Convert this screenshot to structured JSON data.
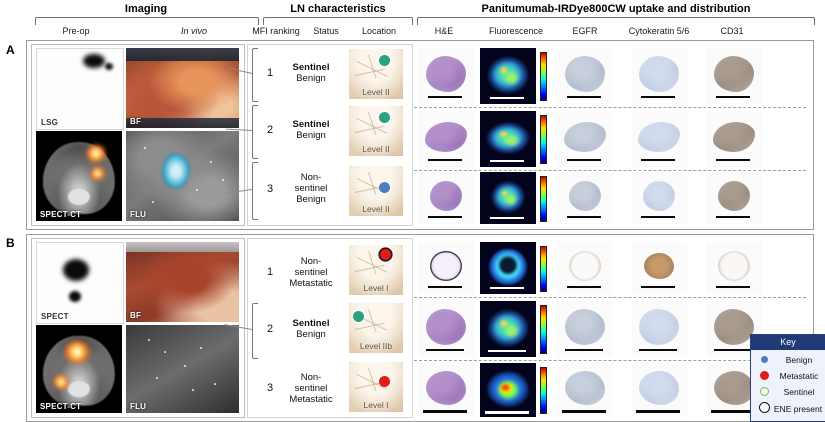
{
  "figure": {
    "groups": [
      {
        "id": "imaging",
        "title": "Imaging"
      },
      {
        "id": "ln",
        "title": "LN characteristics"
      },
      {
        "id": "uptake",
        "title": "Panitumumab-IRDye800CW uptake and distribution"
      }
    ],
    "columns": [
      {
        "id": "preop",
        "label": "Pre-op",
        "italic": false
      },
      {
        "id": "invivo",
        "label": "In vivo",
        "italic": true
      },
      {
        "id": "mfi",
        "label": "MFI ranking",
        "italic": false
      },
      {
        "id": "status",
        "label": "Status",
        "italic": false
      },
      {
        "id": "location",
        "label": "Location",
        "italic": false
      },
      {
        "id": "hne",
        "label": "H&E",
        "italic": false
      },
      {
        "id": "fluorescence",
        "label": "Fluorescence",
        "italic": false
      },
      {
        "id": "egfr",
        "label": "EGFR",
        "italic": false
      },
      {
        "id": "ck56",
        "label": "Cytokeratin 5/6",
        "italic": false
      },
      {
        "id": "cd31",
        "label": "CD31",
        "italic": false
      }
    ]
  },
  "panels": [
    {
      "letter": "A",
      "imaging": {
        "preop": [
          {
            "label": "LSG",
            "modality": "planar"
          },
          {
            "label": "SPECT-CT",
            "modality": "spect-ct"
          }
        ],
        "invivo": [
          {
            "label": "BF",
            "modality": "brightfield"
          },
          {
            "label": "FLU",
            "modality": "fluorescence"
          }
        ]
      },
      "rows": [
        {
          "rank": "1",
          "status_line1": "Sentinel",
          "status_line2": "Benign",
          "status_bold": true,
          "location": "Level II",
          "node_type": "benign",
          "ene": false
        },
        {
          "rank": "2",
          "status_line1": "Sentinel",
          "status_line2": "Benign",
          "status_bold": true,
          "location": "Level II",
          "node_type": "benign",
          "ene": false
        },
        {
          "rank": "3",
          "status_line1": "Non-sentinel",
          "status_line2": "Benign",
          "status_bold": false,
          "location": "Level II",
          "node_type": "benign-blue",
          "ene": false
        }
      ]
    },
    {
      "letter": "B",
      "imaging": {
        "preop": [
          {
            "label": "SPECT",
            "modality": "planar"
          },
          {
            "label": "SPECT-CT",
            "modality": "spect-ct"
          }
        ],
        "invivo": [
          {
            "label": "BF",
            "modality": "brightfield"
          },
          {
            "label": "FLU",
            "modality": "fluorescence"
          }
        ]
      },
      "rows": [
        {
          "rank": "1",
          "status_line1": "Non-sentinel",
          "status_line2": "Metastatic",
          "status_bold": false,
          "location": "Level I",
          "node_type": "meta",
          "ene": true
        },
        {
          "rank": "2",
          "status_line1": "Sentinel",
          "status_line2": "Benign",
          "status_bold": true,
          "location": "Level IIb",
          "node_type": "benign",
          "ene": false
        },
        {
          "rank": "3",
          "status_line1": "Non-sentinel",
          "status_line2": "Metastatic",
          "status_bold": false,
          "location": "Level I",
          "node_type": "meta",
          "ene": false
        }
      ]
    }
  ],
  "key": {
    "title": "Key",
    "items": [
      {
        "label": "Benign",
        "marker": "filled",
        "color": "#4a7fc1"
      },
      {
        "label": "Metastatic",
        "marker": "filled",
        "color": "#e01b1b"
      },
      {
        "label": "Sentinel",
        "marker": "outline",
        "color": "#7dbb55"
      },
      {
        "label": "ENE present",
        "marker": "outline",
        "color": "#111111"
      }
    ]
  },
  "colors": {
    "key_header_bg": "#1f3a77",
    "key_body_bg": "#eef2fb",
    "benign": "#4a7fc1",
    "metastatic": "#e01b1b",
    "sentinel": "#7dbb55",
    "ene": "#111111",
    "sentinel_node_fill": "#2aa17f"
  }
}
